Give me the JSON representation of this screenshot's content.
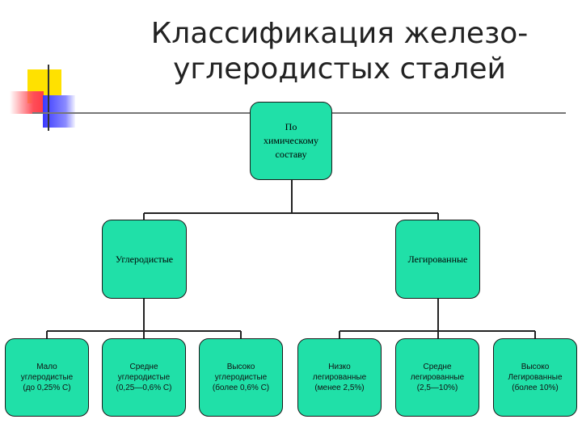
{
  "title": {
    "line1": "Классификация железо-",
    "line2": "углеродистых сталей"
  },
  "root": {
    "line1": "По",
    "line2": "химическому",
    "line3": "составу"
  },
  "groups": [
    {
      "label": "Углеродистые",
      "children": [
        {
          "line1": "Мало",
          "line2": "углеродистые",
          "line3": "(до 0,25% С)"
        },
        {
          "line1": "Средне",
          "line2": "углеродистые",
          "line3": "(0,25—0,6% С)"
        },
        {
          "line1": "Высоко",
          "line2": "углеродистые",
          "line3": "(более 0,6% С)"
        }
      ]
    },
    {
      "label": "Легированные",
      "children": [
        {
          "line1": "Низко",
          "line2": "легированные",
          "line3": "(менее 2,5%)"
        },
        {
          "line1": "Средне",
          "line2": "легированные",
          "line3": "(2,5—10%)"
        },
        {
          "line1": "Высоко",
          "line2": "Легированные",
          "line3": "(более 10%)"
        }
      ]
    }
  ],
  "colors": {
    "box_fill": "#20e0a8",
    "accent_yellow": "#ffe100",
    "accent_red": "#ff3b47",
    "accent_blue": "#3a3aff"
  }
}
